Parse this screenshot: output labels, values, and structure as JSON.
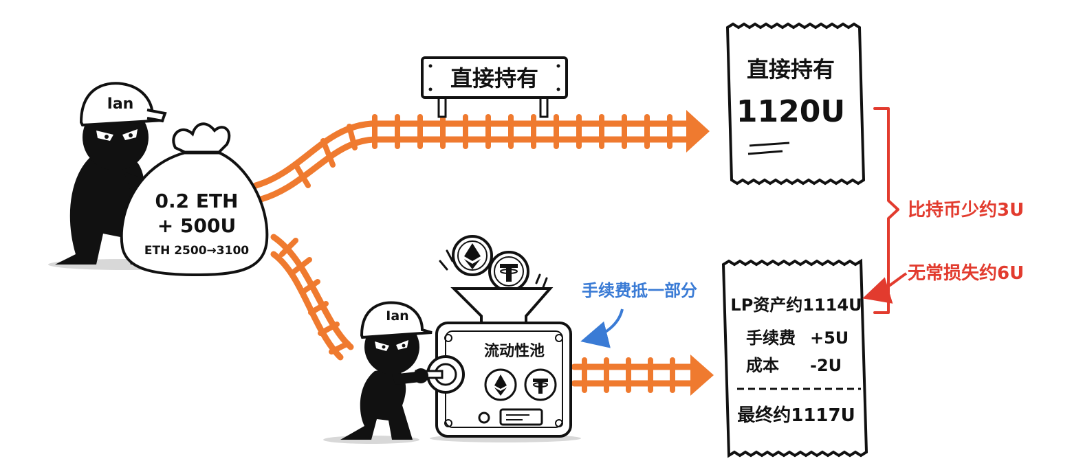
{
  "investor": {
    "cap_label": "Ian",
    "bag_line1": "0.2 ETH",
    "bag_line2": "+ 500U",
    "bag_line3": "ETH 2500→3100"
  },
  "hold_path": {
    "sign_text": "直接持有",
    "receipt_title": "直接持有",
    "receipt_amount": "1120U"
  },
  "lp_path": {
    "operator_cap_label": "Ian",
    "machine_label": "流动性池",
    "fee_note": "手续费抵一部分",
    "receipt": {
      "asset_line": "LP资产约1114U",
      "fee_label": "手续费",
      "fee_value": "+5U",
      "cost_label": "成本",
      "cost_value": "-2U",
      "final_line": "最终约1117U"
    }
  },
  "comparison": {
    "diff_label": "比持币少约3U",
    "il_label": "无常损失约6U"
  },
  "colors": {
    "track": "#ef7a2f",
    "accent_red": "#e23b2e",
    "accent_blue": "#3a7bd5",
    "ink": "#111111"
  }
}
